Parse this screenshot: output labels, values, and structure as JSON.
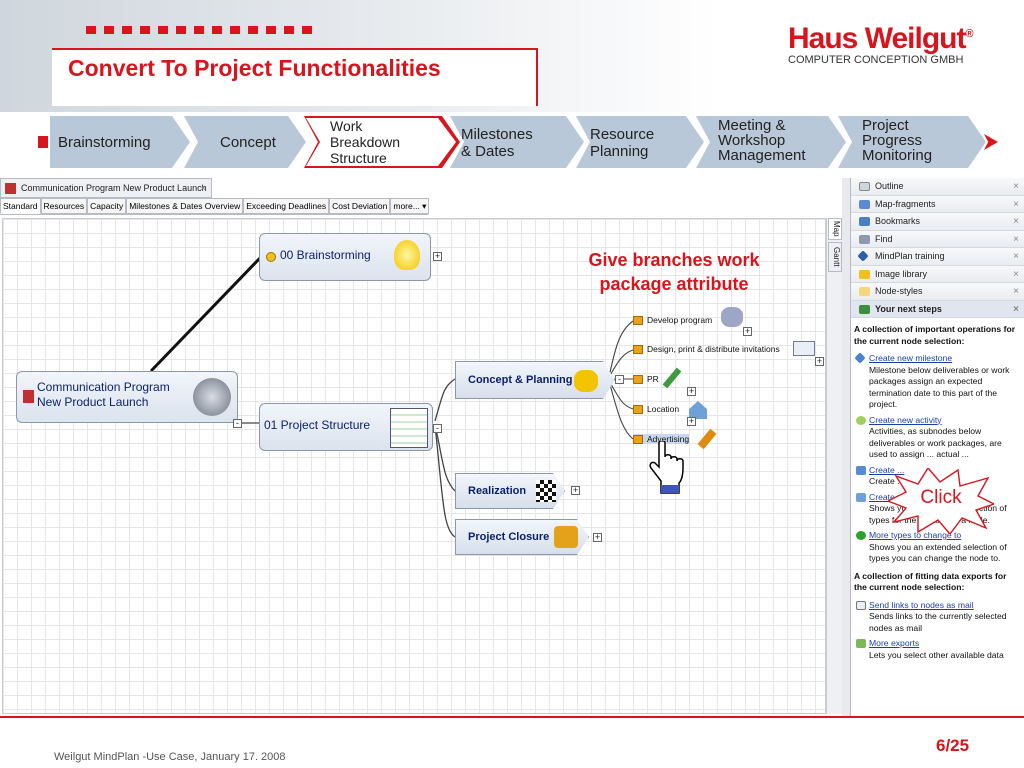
{
  "slide": {
    "title": "Convert To Project Functionalities",
    "footer": "Weilgut MindPlan -Use Case, January 17. 2008",
    "page": "6/25"
  },
  "logo": {
    "name": "Haus Weilgut",
    "reg": "®",
    "sub": "COMPUTER CONCEPTION   GMBH"
  },
  "process": [
    {
      "label": "Brainstorming"
    },
    {
      "label": "Concept"
    },
    {
      "label": "Work\nBreakdown\nStructure",
      "active": true
    },
    {
      "label": "Milestones\n& Dates"
    },
    {
      "label": "Resource\nPlanning"
    },
    {
      "label": "Meeting &\nWorkshop\nManagement"
    },
    {
      "label": "Project\nProgress\nMonitoring"
    }
  ],
  "app": {
    "doc_tab": "Communication Program New Product Launch",
    "view_tabs": [
      "Standard",
      "Resources",
      "Capacity",
      "Milestones & Dates Overview",
      "Exceeding Deadlines",
      "Cost Deviation",
      "more... ▾"
    ],
    "side_tabs": [
      "Map",
      "Gantt"
    ],
    "map": {
      "root": "Communication Program\nNew Product Launch",
      "brainstorming": "00 Brainstorming",
      "structure": "01 Project Structure",
      "concept": "Concept & Planning",
      "realization": "Realization",
      "closure": "Project Closure",
      "leaves": [
        "Develop program",
        "Design, print & distribute invitations",
        "PR",
        "Location",
        "Advertising"
      ]
    },
    "panels": [
      "Outline",
      "Map-fragments",
      "Bookmarks",
      "Find",
      "MindPlan training",
      "Image library",
      "Node-styles",
      "Your next steps"
    ],
    "steps": {
      "head1": "A collection of important operations for the current node selection:",
      "items": [
        {
          "link": "Create new milestone",
          "desc": "Milestone below deliverables or work packages assign an expected termination date to this part of the project."
        },
        {
          "link": "Create new activity",
          "desc": "Activities, as subnodes below deliverables or work packages, are used to assign ... actual ..."
        },
        {
          "link": "Create ...",
          "desc": "Create ..."
        },
        {
          "link": "Create nodes of other types",
          "desc": "Shows you an extended selection of types for the creation of a node."
        },
        {
          "link": "More types to change to",
          "desc": "Shows you an extended selection of types you can change the node to."
        }
      ],
      "head2": "A collection of fitting data exports for the current node selection:",
      "items2": [
        {
          "link": "Send links to nodes as mail",
          "desc": "Sends links to the currently selected nodes as mail"
        },
        {
          "link": "More exports",
          "desc": "Lets you select other available data"
        }
      ]
    }
  },
  "annotations": {
    "hint": "Give branches work package attribute",
    "click": "Click"
  },
  "colors": {
    "accent": "#d8141c",
    "nav": "#b9c8d8",
    "node_text": "#0a1f6b"
  }
}
